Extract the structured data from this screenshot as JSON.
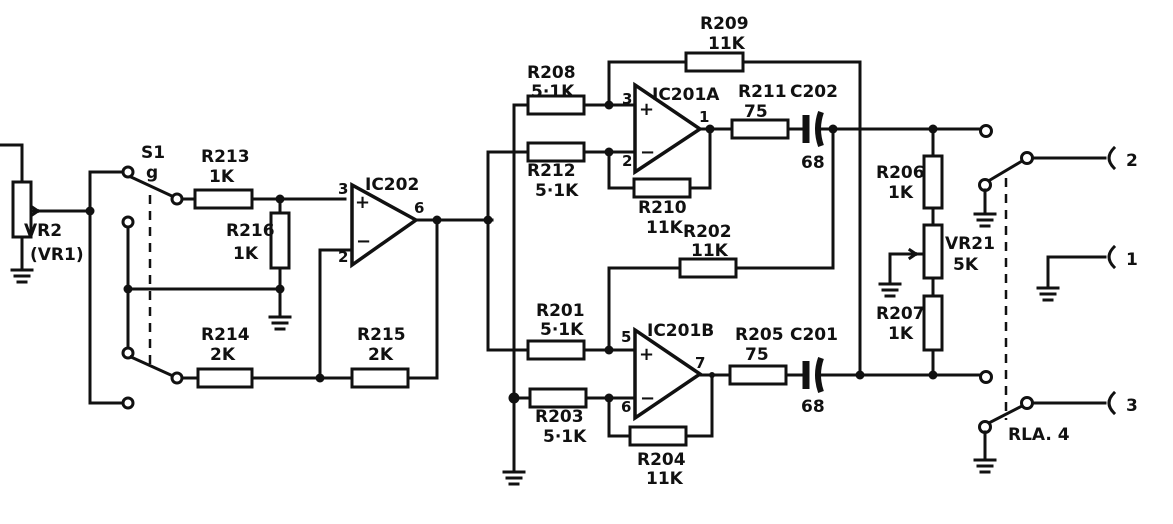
{
  "labels": {
    "vr2": "VR2",
    "vr1": "(VR1)",
    "s1": "S1",
    "s1_sub": "g",
    "r213": "R213",
    "r213_v": "1K",
    "r216": "R216",
    "r216_v": "1K",
    "r214": "R214",
    "r214_v": "2K",
    "r215": "R215",
    "r215_v": "2K",
    "ic202": "IC202",
    "r208": "R208",
    "r208_v": "5·1K",
    "r212": "R212",
    "r212_v": "5·1K",
    "r209": "R209",
    "r209_v": "11K",
    "r210": "R210",
    "r210_v": "11K",
    "ic201a": "IC201A",
    "r211": "R211",
    "r211_v": "75",
    "c202": "C202",
    "c202_v": "68",
    "r202": "R202",
    "r202_v": "11K",
    "r201": "R201",
    "r201_v": "5·1K",
    "r203": "R203",
    "r203_v": "5·1K",
    "ic201b": "IC201B",
    "r204": "R204",
    "r204_v": "11K",
    "r205": "R205",
    "r205_v": "75",
    "c201": "C201",
    "c201_v": "68",
    "r206": "R206",
    "r206_v": "1K",
    "vr21": "VR21",
    "vr21_v": "5K",
    "r207": "R207",
    "r207_v": "1K",
    "rla": "RLA. 4",
    "out2": "2",
    "out1": "1",
    "out3": "3"
  },
  "pins": {
    "ic202_p3": "3",
    "ic202_p2": "2",
    "ic202_p6": "6",
    "ic201a_p3": "3",
    "ic201a_p2": "2",
    "ic201a_p1": "1",
    "ic201b_p5": "5",
    "ic201b_p6": "6",
    "ic201b_p7": "7",
    "plus": "+",
    "minus": "−"
  }
}
